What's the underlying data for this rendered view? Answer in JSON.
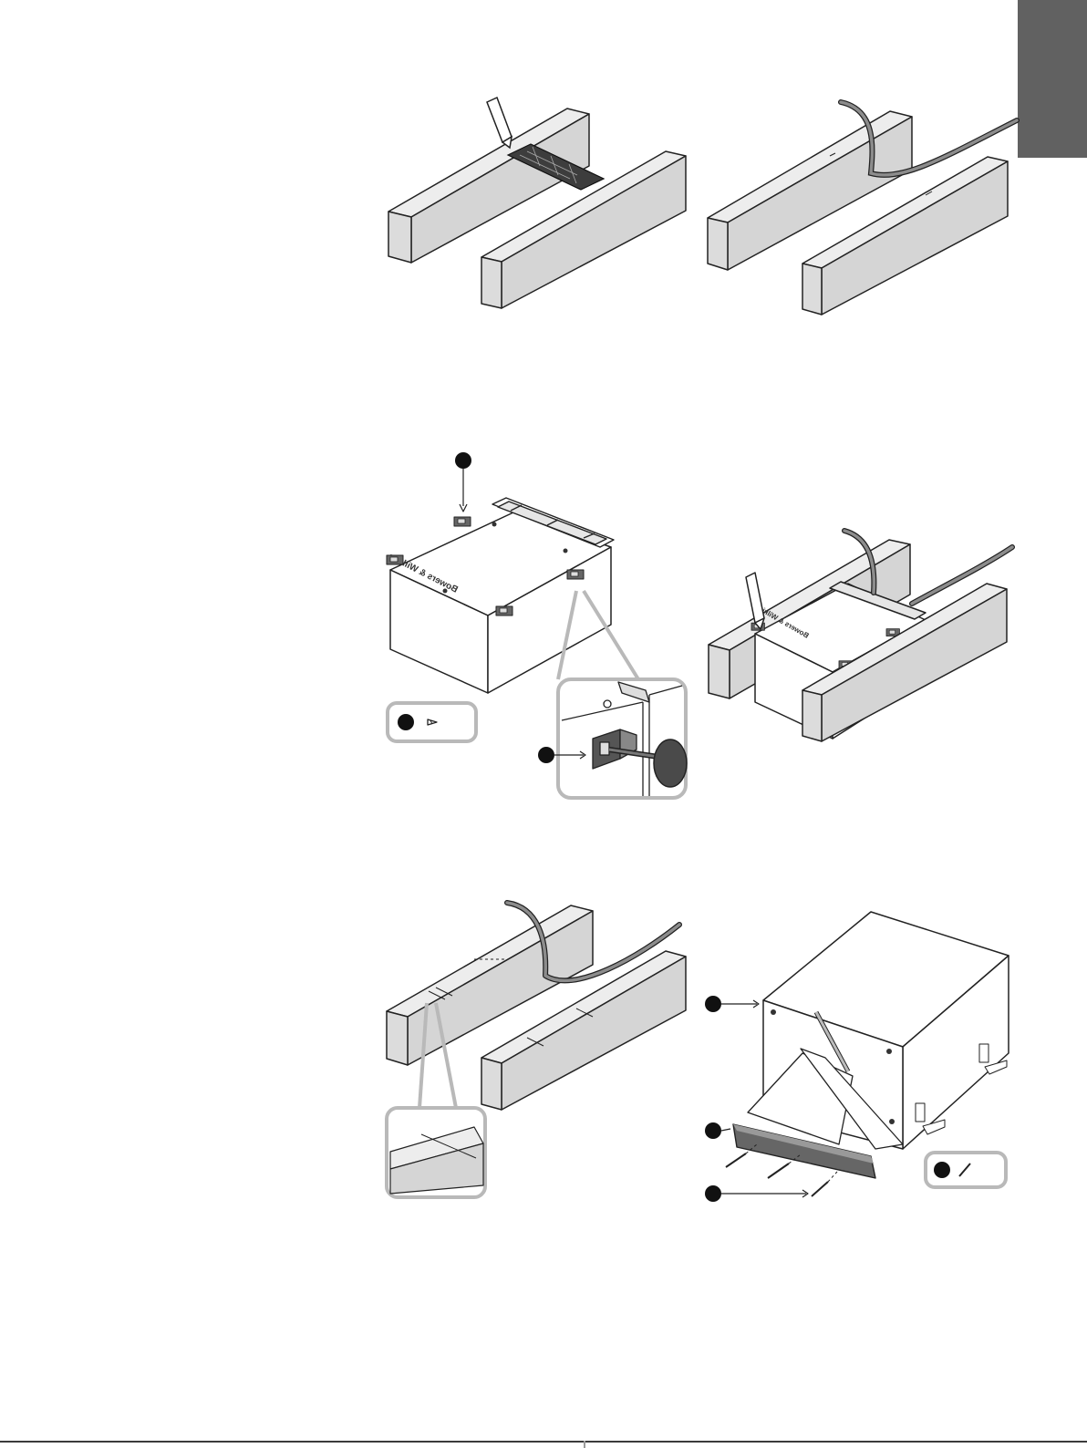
{
  "page": {
    "side_tab_color": "#616161",
    "beam_color": "#dcdcdc",
    "cable_color": "#8c8c8c",
    "callout_border_color": "#b9b9b9"
  },
  "steps": [
    {
      "panel": "mark-template-on-joists",
      "icons": [
        "pencil-icon",
        "template-icon"
      ]
    },
    {
      "panel": "route-power-cable",
      "icons": [
        "cable-icon"
      ]
    },
    {
      "panel": "attach-brackets-to-box",
      "icons": [
        "screw-icon",
        "screwdriver-icon"
      ]
    },
    {
      "panel": "mark-box-between-joists",
      "icons": [
        "pencil-icon",
        "cable-icon"
      ]
    },
    {
      "panel": "cut-joist-notches",
      "icons": [
        "cable-icon",
        "zoom-callout-icon"
      ]
    },
    {
      "panel": "fit-wood-strip-with-screws",
      "icons": [
        "screw-icon",
        "wood-strip-icon"
      ]
    }
  ],
  "box_label": "Bowers & Wilkins"
}
